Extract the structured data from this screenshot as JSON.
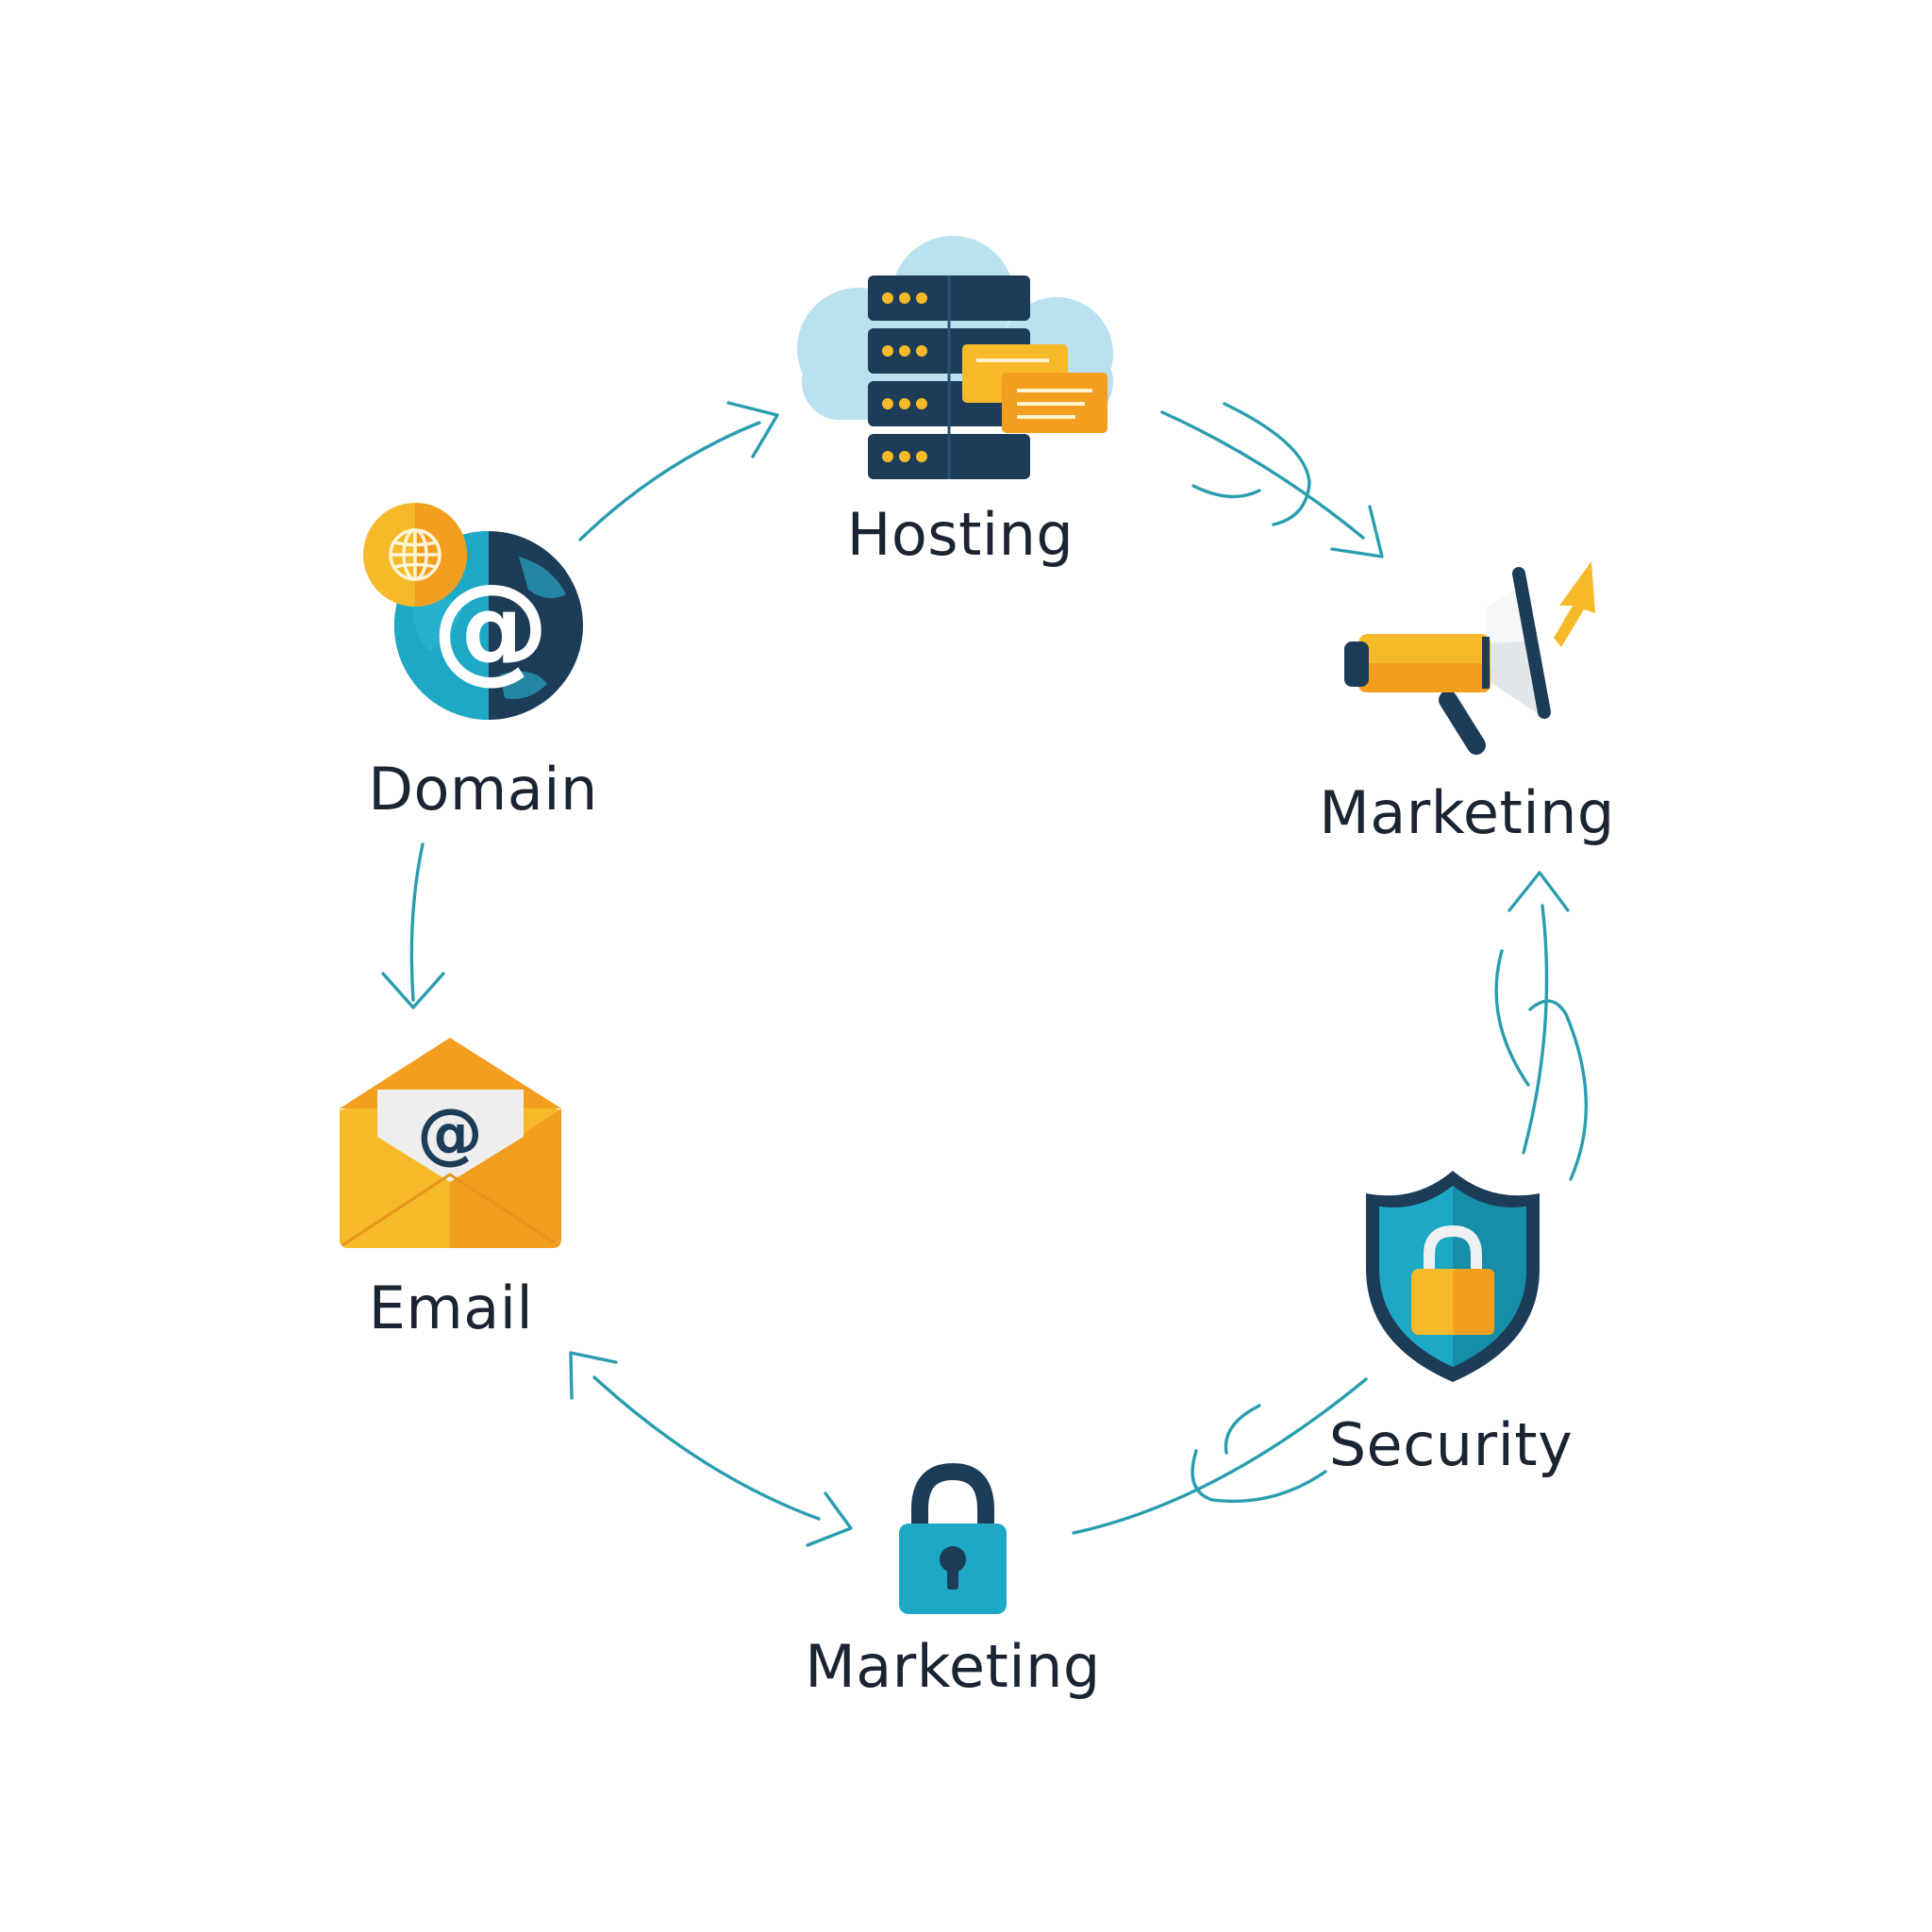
{
  "diagram": {
    "colors": {
      "connector": "#2a9daf",
      "navy": "#1d3c58",
      "teal": "#1da9c6",
      "gold": "#f6b929",
      "orange": "#f39e1f",
      "cloud": "#b9e1f0",
      "label": "#1b2432"
    },
    "nodes": [
      {
        "id": "hosting",
        "label": "Hosting",
        "icon": "server-cloud-icon"
      },
      {
        "id": "marketing-top",
        "label": "Marketing",
        "icon": "megaphone-icon"
      },
      {
        "id": "security",
        "label": "Security",
        "icon": "shield-lock-icon"
      },
      {
        "id": "marketing-bottom",
        "label": "Marketing",
        "icon": "padlock-icon"
      },
      {
        "id": "email",
        "label": "Email",
        "icon": "envelope-icon"
      },
      {
        "id": "domain",
        "label": "Domain",
        "icon": "globe-at-icon"
      }
    ],
    "edges": [
      {
        "from": "domain",
        "to": "hosting",
        "style": "arrow"
      },
      {
        "from": "hosting",
        "to": "marketing-top",
        "style": "arrow-loop"
      },
      {
        "from": "security",
        "to": "marketing-top",
        "style": "arrow-loop"
      },
      {
        "from": "security",
        "to": "marketing-bottom",
        "style": "loop"
      },
      {
        "from": "marketing-bottom",
        "to": "email",
        "style": "double-arrow"
      },
      {
        "from": "domain",
        "to": "email",
        "style": "arrow"
      }
    ]
  }
}
